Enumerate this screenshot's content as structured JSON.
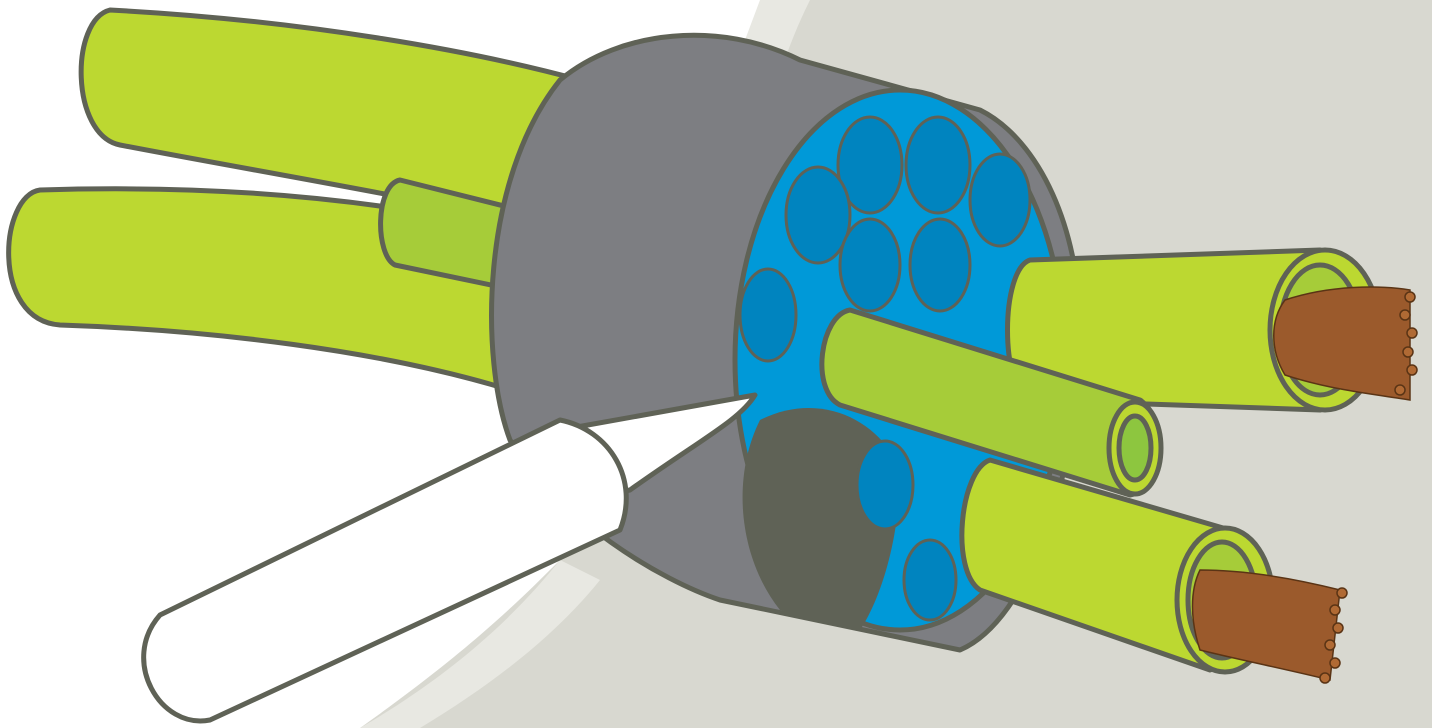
{
  "illustration": {
    "subject": [
      "cable-gland",
      "green-cables",
      "blue-sleeves",
      "sealant-nozzle",
      "copper-strands",
      "wall-panel"
    ],
    "colors": {
      "background": "#ffffff",
      "wall": "#d8d8d0",
      "wall_edge": "#e8e8e2",
      "cable_green": "#bcd831",
      "cable_green_dark": "#a6cc39",
      "cable_core": "#8dc63f",
      "outline": "#5f6256",
      "gland_grey": "#7d7e82",
      "gland_dark": "#5f6256",
      "sleeve_blue": "#0099d8",
      "sleeve_blue_dark": "#0084bf",
      "copper": "#9b5a2c",
      "copper_light": "#b06a34",
      "nozzle_white": "#ffffff"
    }
  }
}
